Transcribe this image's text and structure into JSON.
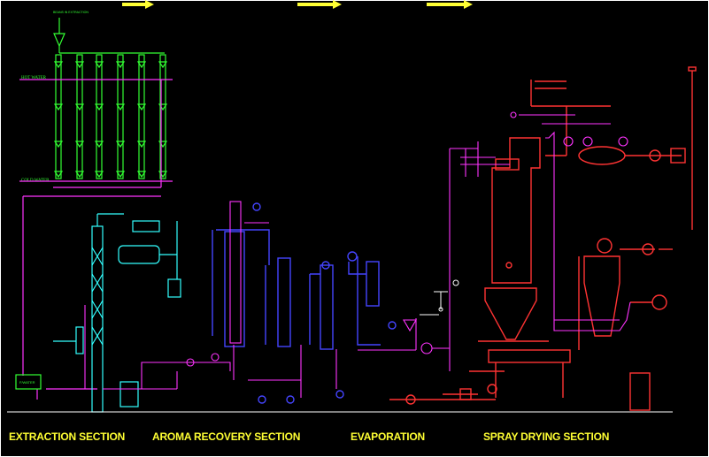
{
  "captions": {
    "extraction": "EXTRACTION SECTION",
    "aroma": "AROMA RECOVERY SECTION",
    "evaporation": "EVAPORATION",
    "spray": "SPRAY DRYING SECTION"
  },
  "labels": {
    "hot_water": "HOT WATER",
    "cold_water": "COLD WATER",
    "tank_label": "F/WATER",
    "top_note": "BEANS IN EXTRACTION"
  },
  "colors": {
    "background": "#000000",
    "extraction": "#33ff33",
    "aroma_pipes": "#ff33ff",
    "evaporation": "#3333ff",
    "spray_dryer": "#ff3333",
    "caption_text": "#ffff33",
    "ground_line": "#ffffff"
  }
}
